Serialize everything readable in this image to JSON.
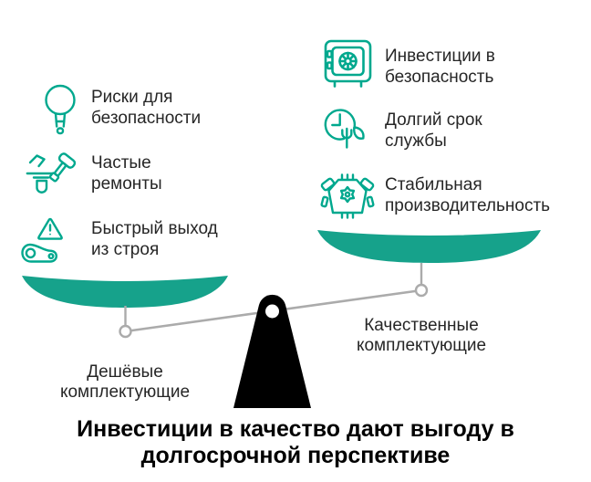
{
  "colors": {
    "accent_green": "#00a88e",
    "pan_fill": "#16a28b",
    "beam_gray": "#ababab",
    "body_text": "#262626",
    "title_text": "#000000",
    "fulcrum_black": "#000000"
  },
  "left_column": {
    "items": [
      {
        "icon": "lightbulb-icon",
        "lines": [
          "Риски для",
          "безопасности"
        ]
      },
      {
        "icon": "repair-tools-icon",
        "lines": [
          "Частые",
          "ремонты"
        ]
      },
      {
        "icon": "breakdown-warning-icon",
        "lines": [
          "Быстрый выход",
          "из строя"
        ]
      }
    ]
  },
  "right_column": {
    "items": [
      {
        "icon": "safe-icon",
        "lines": [
          "Инвестиции в",
          "безопасность"
        ]
      },
      {
        "icon": "longevity-clock-icon",
        "lines": [
          "Долгий срок",
          "службы"
        ]
      },
      {
        "icon": "engine-gear-icon",
        "lines": [
          "Стабильная",
          "производительность"
        ]
      }
    ]
  },
  "scale": {
    "left_pan_label": {
      "lines": [
        "Дешёвые",
        "комплектующие"
      ]
    },
    "right_pan_label": {
      "lines": [
        "Качественные",
        "комплектующие"
      ]
    }
  },
  "footer": {
    "title_lines": [
      "Инвестиции в качество дают выгоду в",
      "долгосрочной перспективе"
    ]
  }
}
